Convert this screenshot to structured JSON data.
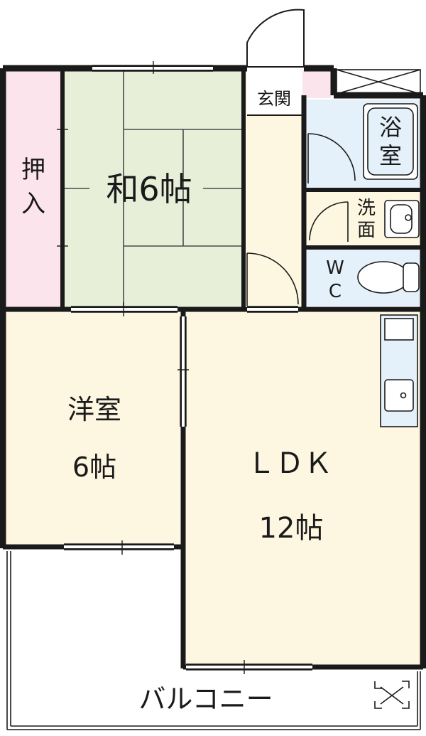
{
  "rooms": {
    "oshiire": {
      "label_1": "押",
      "label_2": "入"
    },
    "washitsu": {
      "label": "和6帖"
    },
    "genkan": {
      "label": "玄関"
    },
    "bath": {
      "label_1": "浴",
      "label_2": "室"
    },
    "senmen": {
      "label_1": "洗",
      "label_2": "面"
    },
    "wc": {
      "label_1": "W",
      "label_2": "C"
    },
    "youshitsu": {
      "label_1": "洋室",
      "label_2": "6帖"
    },
    "ldk": {
      "label_1": "ＬＤＫ",
      "label_2": "12帖"
    },
    "balcony": {
      "label": "バルコニー"
    }
  },
  "colors": {
    "wall": "#1a1a1a",
    "pink": "#fce4ec",
    "tatami": "#e7efd9",
    "floor": "#fdf7e1",
    "wet": "#e4f1fa",
    "line": "#4a4a4a"
  }
}
